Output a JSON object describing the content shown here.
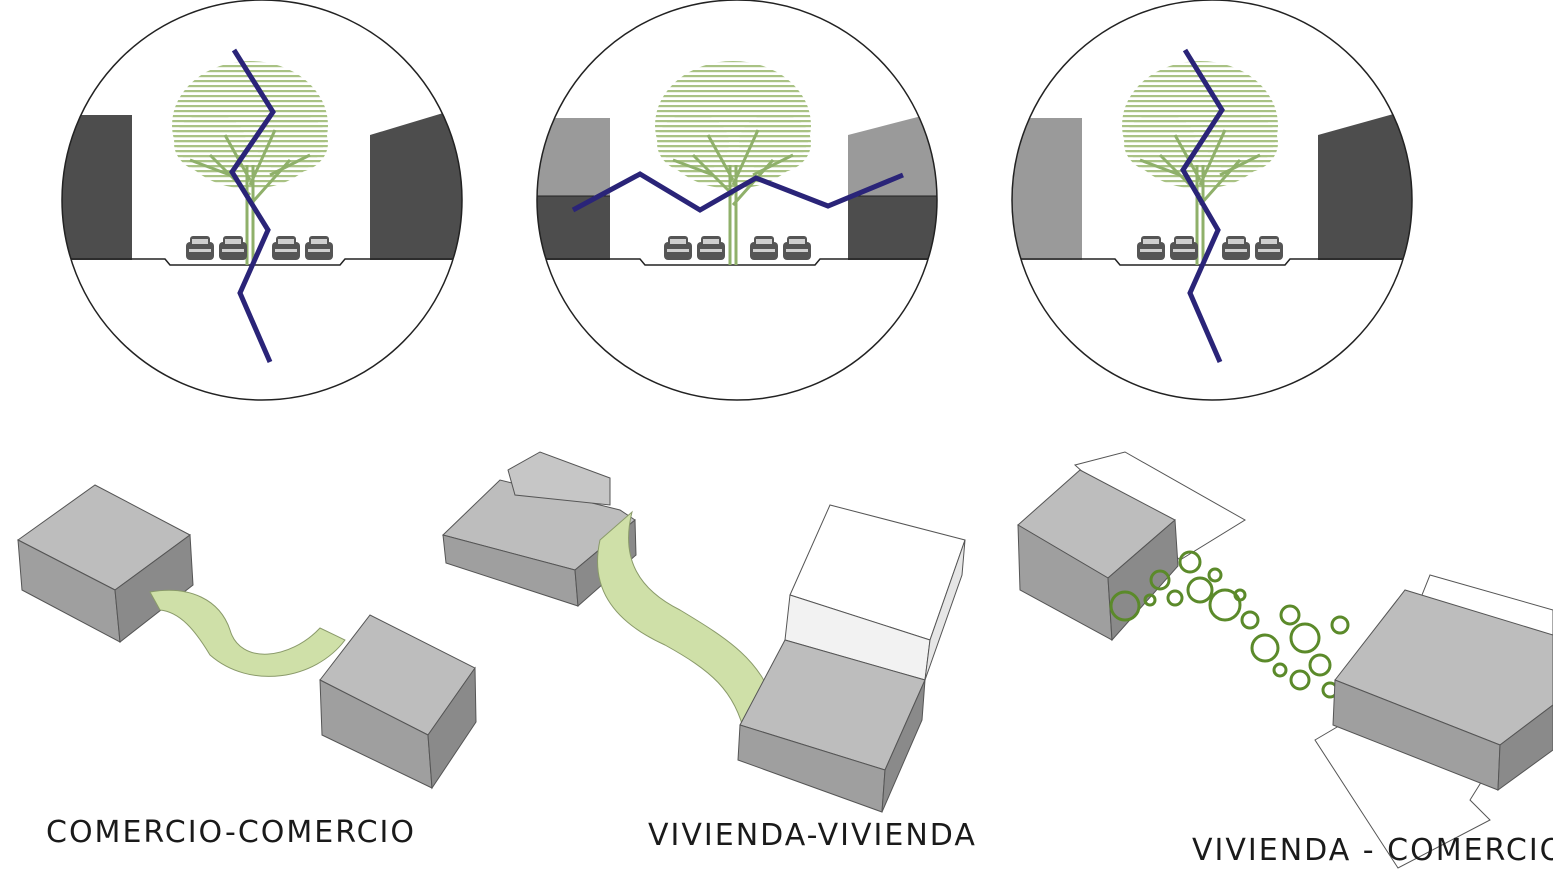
{
  "panels": [
    {
      "id": "comercio-comercio",
      "caption": "COMERCIO-COMERCIO"
    },
    {
      "id": "vivienda-vivienda",
      "caption": "VIVIENDA-VIVIENDA"
    },
    {
      "id": "vivienda-comercio",
      "caption": "VIVIENDA - COMERCIO"
    }
  ],
  "colors": {
    "path": "#2a2478",
    "tree_foliage": "#a9c284",
    "tree_trunk": "#8fb06a",
    "building_dark": "#4d4d4d",
    "building_light": "#9a9a9a",
    "car": "#555555",
    "block_top": "#b3b3b3",
    "block_side": "#8f8f8f",
    "green_walkway": "#cfe0a8",
    "green_circles": "#5b8a2a"
  },
  "icons": [
    "tree-icon",
    "car-icon",
    "pedestrian-path-line"
  ]
}
